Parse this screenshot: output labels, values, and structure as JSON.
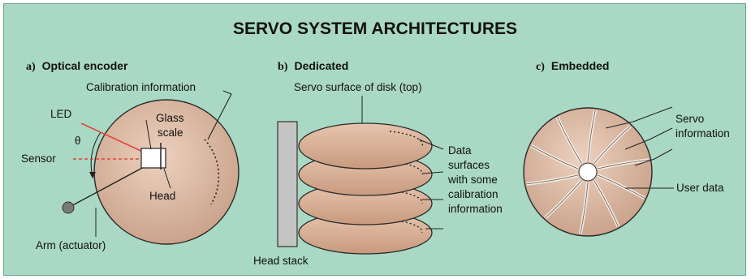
{
  "title": "SERVO SYSTEM ARCHITECTURES",
  "panels": {
    "optical": {
      "letter": "a)",
      "heading": "Optical encoder",
      "labels": {
        "calibration": "Calibration information",
        "led": "LED",
        "glass_line1": "Glass",
        "glass_line2": "scale",
        "theta": "θ",
        "sensor": "Sensor",
        "head": "Head",
        "arm": "Arm (actuator)"
      }
    },
    "dedicated": {
      "letter": "b)",
      "heading": "Dedicated",
      "labels": {
        "servo_surface": "Servo surface of disk (top)",
        "data_line1": "Data",
        "data_line2": "surfaces",
        "data_line3": "with some",
        "data_line4": "calibration",
        "data_line5": "information",
        "head_stack": "Head stack"
      }
    },
    "embedded": {
      "letter": "c)",
      "heading": "Embedded",
      "labels": {
        "servo_line1": "Servo",
        "servo_line2": "information",
        "user_data": "User data"
      }
    }
  },
  "colors": {
    "background": "#a9d8c4",
    "disk": "#d8b29a",
    "led_ray": "#e0463c",
    "head_stack": "#c4c4c4"
  }
}
